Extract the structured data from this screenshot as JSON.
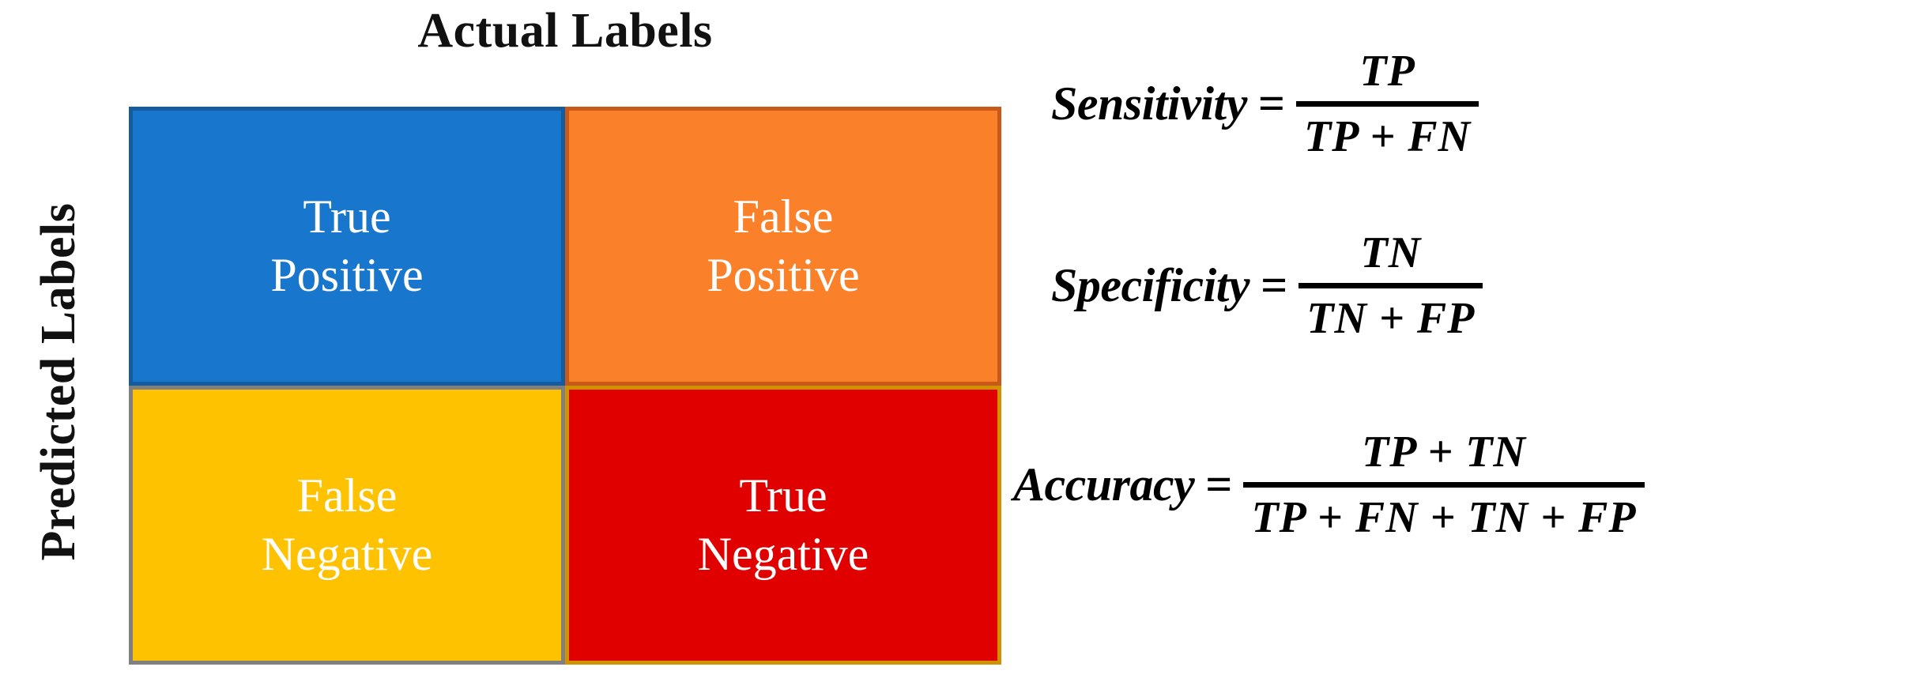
{
  "matrix": {
    "column_axis_title": "Actual Labels",
    "row_axis_title": "Predicted Labels",
    "cells": [
      {
        "id": "true-positive",
        "line1": "True",
        "line2": "Positive",
        "fill": "#1876CC",
        "border": "#145C9E",
        "text_color": "#FFFFFF"
      },
      {
        "id": "false-positive",
        "line1": "False",
        "line2": "Positive",
        "fill": "#FA8129",
        "border": "#C75A18",
        "text_color": "#FFFFFF"
      },
      {
        "id": "false-negative",
        "line1": "False",
        "line2": "Negative",
        "fill": "#FFC200",
        "border": "#808080",
        "text_color": "#FFFFFF"
      },
      {
        "id": "true-negative",
        "line1": "True",
        "line2": "Negative",
        "fill": "#E10000",
        "border": "#D09200",
        "text_color": "#FFFFFF"
      }
    ]
  },
  "formulas": [
    {
      "id": "sensitivity",
      "name": "Sensitivity",
      "equals": "=",
      "numerator": "TP",
      "denominator": "TP + FN"
    },
    {
      "id": "specificity",
      "name": "Specificity",
      "equals": "=",
      "numerator": "TN",
      "denominator": "TN + FP"
    },
    {
      "id": "accuracy",
      "name": "Accuracy",
      "equals": "=",
      "numerator": "TP + TN",
      "denominator": "TP + FN + TN + FP"
    }
  ]
}
